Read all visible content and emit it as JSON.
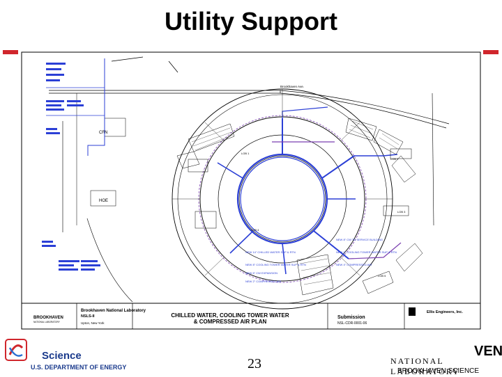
{
  "slide": {
    "title": "Utility Support",
    "page_number": "23"
  },
  "footer": {
    "doe_partial": "Science",
    "doe_text": "U.S. DEPARTMENT OF ENERGY",
    "bnl_partial": "VEN",
    "bnl_laboratory": "NATIONAL LABORATORY",
    "bnl_science": "BROOKHAVEN SCIENCE"
  },
  "drawing": {
    "main_title": "CHILLED WATER, COOLING TOWER WATER",
    "main_title_2": "& COMPRESSED AIR PLAN",
    "org_name": "Brookhaven National Laboratory",
    "project": "NSLS-II",
    "location": "Upton, New York",
    "org_logo": "BROOKHAVEN",
    "org_logo_sub": "NATIONAL LABORATORY",
    "firm": "Ellis Engineers, Inc.",
    "stage": "Submission",
    "sheet": "NSL-CDR-0001-06",
    "road": "Brookhaven Ave.",
    "bldg_labels": [
      "LOB 1",
      "LOB 2",
      "LOB 3",
      "LOB 4",
      "LOB 5",
      "CFN",
      "HOE"
    ],
    "legend": [
      "NEW 14\" CHILLED WATER SUP & RTN",
      "NEW 8\" COOLING TOWER WATER SUP & RTN",
      "NEW 6\" CW EXPANSION",
      "NEW 2\" COMPRESSED AIR"
    ],
    "legend_right": [
      "NEW 8\" CW TO SERVICE BUILDING",
      "NEW 6\" COOLING TOWER WATER SUP & RTN",
      "NEW 4\" COMPRESSED AIR"
    ]
  },
  "colors": {
    "accent_red": "#d0262c",
    "pipe_blue": "#2b3fd6",
    "pipe_purple": "#7a3fb0",
    "doe_blue": "#1a3a8c"
  }
}
